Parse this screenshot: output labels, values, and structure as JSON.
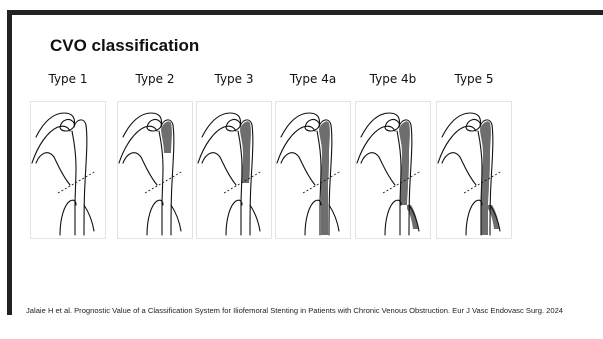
{
  "slide": {
    "title": "CVO classification",
    "citation": "Jalaie H et al. Prognostic Value of a Classification System for Iliofemoral Stenting in Patients with Chronic Venous Obstruction. Eur J Vasc Endovasc Surg. 2024"
  },
  "panels": [
    {
      "label": "Type 1",
      "occluded": []
    },
    {
      "label": "Type 2",
      "occluded": [
        "common-iliac"
      ]
    },
    {
      "label": "Type 3",
      "occluded": [
        "common-iliac",
        "external-iliac"
      ]
    },
    {
      "label": "Type 4a",
      "occluded": [
        "common-iliac",
        "external-iliac",
        "common-femoral-long"
      ]
    },
    {
      "label": "Type 4b",
      "occluded": [
        "common-iliac",
        "external-iliac",
        "common-femoral",
        "deep-femoral"
      ]
    },
    {
      "label": "Type 5",
      "occluded": [
        "common-iliac",
        "external-iliac",
        "common-femoral",
        "femoral",
        "deep-femoral"
      ]
    }
  ],
  "colors": {
    "accent_rule": "#222222",
    "vessel_line": "#111111",
    "occlusion_fill": "#555555"
  }
}
